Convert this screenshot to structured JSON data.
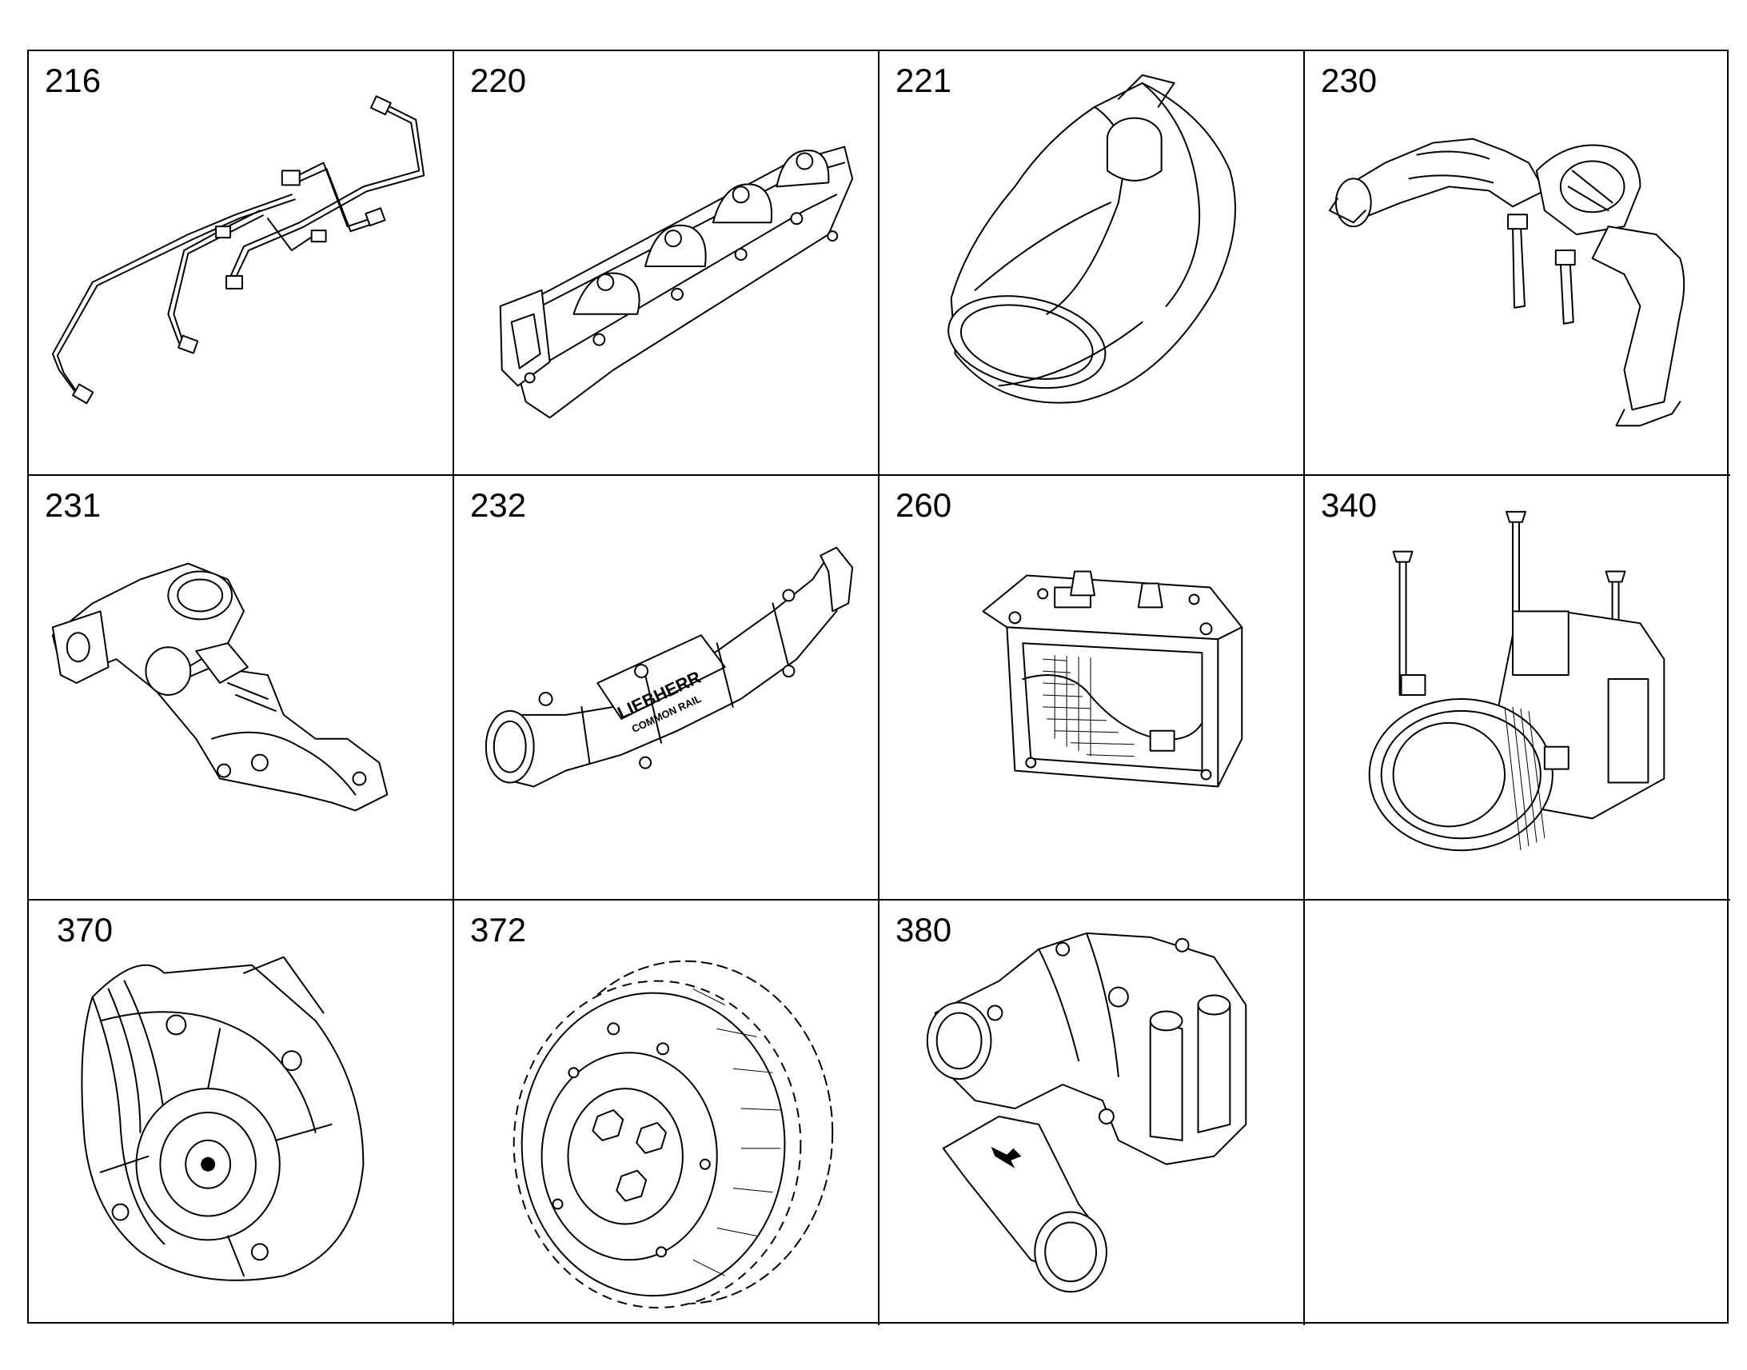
{
  "parts": [
    {
      "number": "216",
      "icon": "injection-lines-icon"
    },
    {
      "number": "220",
      "icon": "intake-manifold-icon"
    },
    {
      "number": "221",
      "icon": "intake-elbow-icon"
    },
    {
      "number": "230",
      "icon": "exhaust-pipe-icon"
    },
    {
      "number": "231",
      "icon": "exhaust-manifold-icon"
    },
    {
      "number": "232",
      "icon": "common-rail-manifold-icon",
      "logo_text": "LIEBHERR",
      "logo_subtext": "COMMON RAIL"
    },
    {
      "number": "260",
      "icon": "heater-flange-icon"
    },
    {
      "number": "340",
      "icon": "compressor-icon"
    },
    {
      "number": "370",
      "icon": "water-pump-icon"
    },
    {
      "number": "372",
      "icon": "gear-icon"
    },
    {
      "number": "380",
      "icon": "thermostat-housing-icon"
    },
    {
      "number": "",
      "icon": ""
    }
  ]
}
